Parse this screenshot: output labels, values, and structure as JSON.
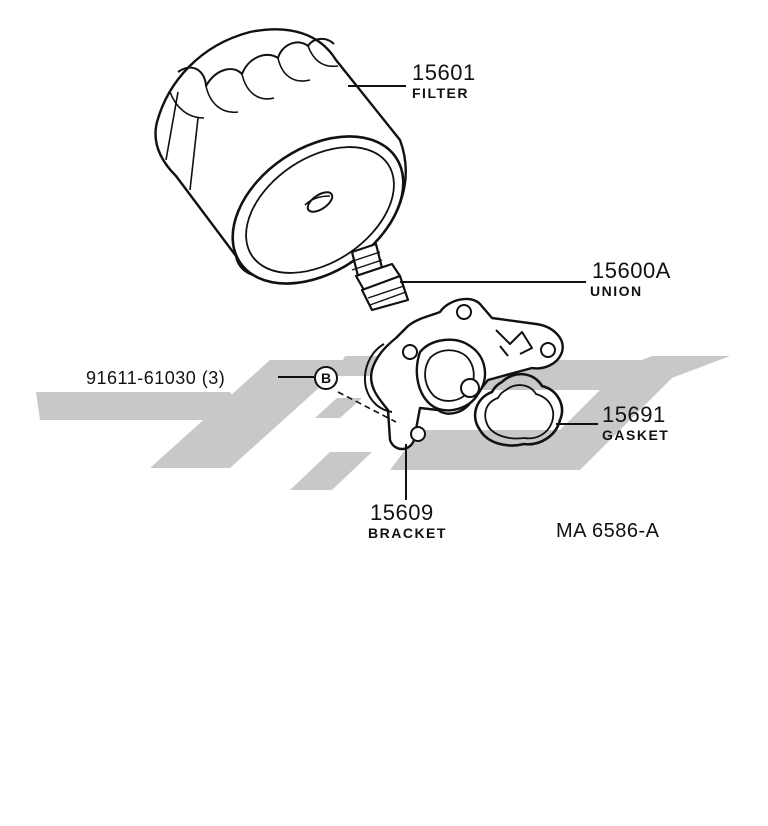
{
  "parts": {
    "filter": {
      "number": "15601",
      "name": "FILTER"
    },
    "union": {
      "number": "15600A",
      "name": "UNION"
    },
    "gasket": {
      "number": "15691",
      "name": "GASKET"
    },
    "bracket": {
      "number": "15609",
      "name": "BRACKET"
    },
    "bolt": {
      "number": "91611-61030 (3)",
      "marker": "B"
    }
  },
  "diagram_code": "MA 6586-A",
  "colors": {
    "ink": "#111111",
    "watermark": "#c8c8c8"
  }
}
